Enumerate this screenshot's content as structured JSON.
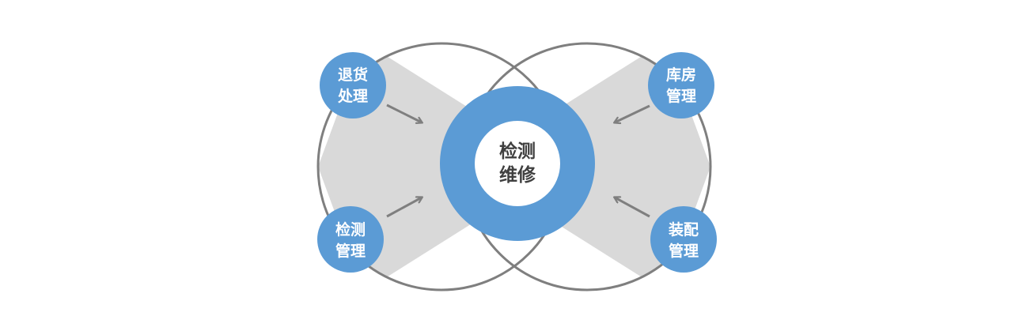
{
  "colors": {
    "node_fill": "#5b9bd5",
    "node_text": "#ffffff",
    "ring_stroke": "#7f7f7f",
    "wedge_fill": "#d9d9d9",
    "arrow": "#7f7f7f",
    "center_text": "#404040"
  },
  "center": {
    "line1": "检测",
    "line2": "维修"
  },
  "nodes": {
    "top_left": {
      "line1": "退货",
      "line2": "处理"
    },
    "bottom_left": {
      "line1": "检测",
      "line2": "管理"
    },
    "top_right": {
      "line1": "库房",
      "line2": "管理"
    },
    "bottom_right": {
      "line1": "装配",
      "line2": "管理"
    }
  }
}
